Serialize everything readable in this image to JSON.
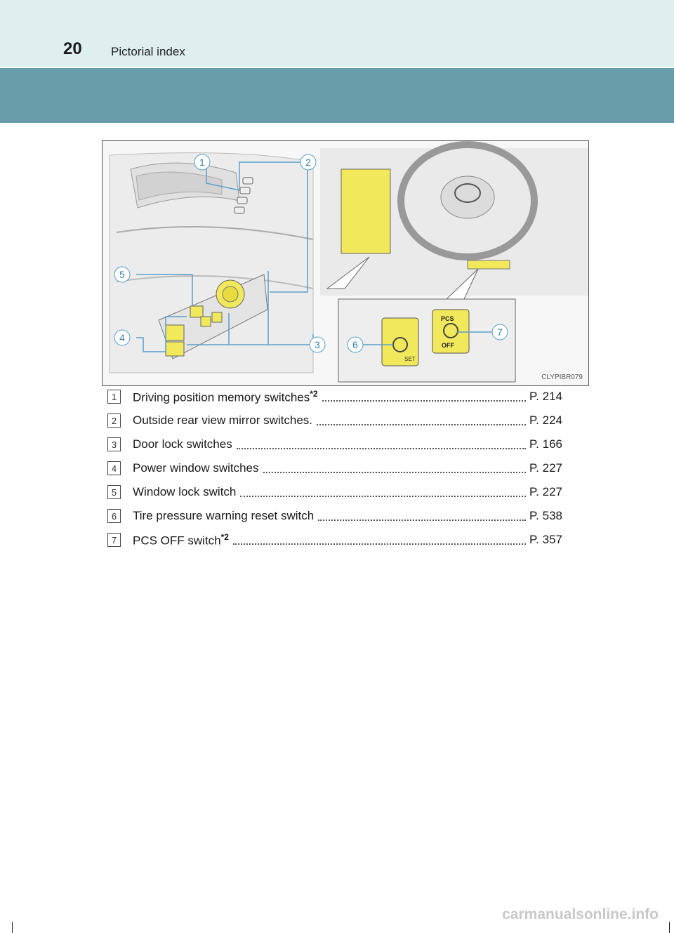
{
  "header": {
    "page_number": "20",
    "section_title": "Pictorial index"
  },
  "figure": {
    "code": "CLYPIBR079",
    "callouts": [
      "1",
      "2",
      "3",
      "4",
      "5",
      "6",
      "7"
    ],
    "pcs_label_top": "PCS",
    "pcs_label_bottom": "OFF",
    "set_label": "SET"
  },
  "index": [
    {
      "num": "1",
      "label": "Driving position memory switches",
      "sup": "*2",
      "page": "P. 214"
    },
    {
      "num": "2",
      "label": "Outside rear view mirror switches.",
      "sup": "",
      "page": "P. 224"
    },
    {
      "num": "3",
      "label": "Door lock switches",
      "sup": "",
      "page": "P. 166"
    },
    {
      "num": "4",
      "label": "Power window switches",
      "sup": "",
      "page": "P. 227"
    },
    {
      "num": "5",
      "label": "Window lock switch",
      "sup": "",
      "page": "P. 227"
    },
    {
      "num": "6",
      "label": "Tire pressure warning reset switch",
      "sup": "",
      "page": "P. 538"
    },
    {
      "num": "7",
      "label": "PCS OFF switch",
      "sup": "*2",
      "page": "P. 357"
    }
  ],
  "watermark": "carmanualsonline.info"
}
